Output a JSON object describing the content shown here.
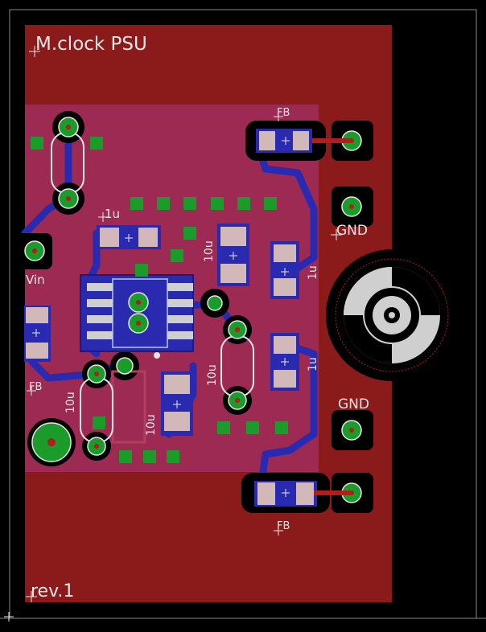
{
  "board": {
    "title": "M.clock PSU",
    "revision": "rev.1",
    "colors": {
      "background": "#000000",
      "top_copper": "#8b1a1a",
      "bottom_copper": "#2222a8",
      "overlap_region": "#9c2a52",
      "pad_green": "#1a9b2a",
      "pad_silver": "#cfcfcf",
      "silkscreen": "#e6e6e6",
      "outline": "#8a8a8a"
    }
  },
  "labels": {
    "fb_top": "FB",
    "fb_left": "FB",
    "fb_bottom": "FB",
    "gnd_top": "GND",
    "gnd_bottom": "GND",
    "vin": "Vin",
    "cap_1u_top": "1u",
    "cap_10u_top": "10u",
    "cap_1u_right_a": "1u",
    "cap_1u_right_b": "1u",
    "cap_10u_mid": "10u",
    "cap_10u_left": "10u",
    "cap_10u_bottom": "10u"
  }
}
